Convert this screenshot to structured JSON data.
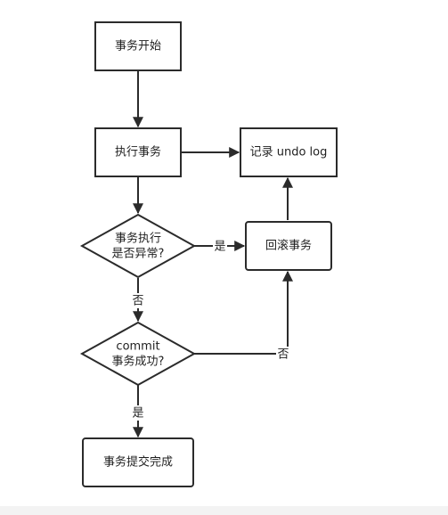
{
  "nodes": {
    "start": "事务开始",
    "execute": "执行事务",
    "record_undo": "记录 undo log",
    "check_exception_line1": "事务执行",
    "check_exception_line2": "是否异常?",
    "rollback": "回滚事务",
    "commit_check_line1": "commit",
    "commit_check_line2": "事务成功?",
    "complete": "事务提交完成"
  },
  "edge_labels": {
    "exception_yes": "是",
    "exception_no": "否",
    "commit_no": "否",
    "commit_yes": "是"
  }
}
